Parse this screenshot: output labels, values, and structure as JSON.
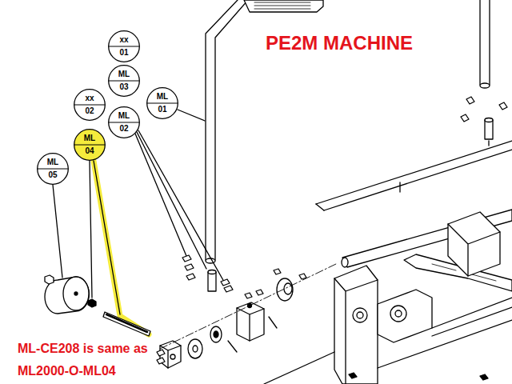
{
  "diagram": {
    "title": "PE2M MACHINE",
    "nodes": [
      {
        "text": [
          "xx",
          "01"
        ]
      },
      {
        "text": [
          "ML",
          "03"
        ]
      },
      {
        "text": [
          "xx",
          "02"
        ]
      },
      {
        "text": [
          "ML",
          "01"
        ]
      },
      {
        "text": [
          "ML",
          "02"
        ]
      },
      {
        "text": [
          "ML",
          "04"
        ]
      },
      {
        "text": [
          "ML",
          "05"
        ]
      }
    ],
    "labels": [
      "ML-CE208 is same as ML2000-O-ML04"
    ]
  }
}
